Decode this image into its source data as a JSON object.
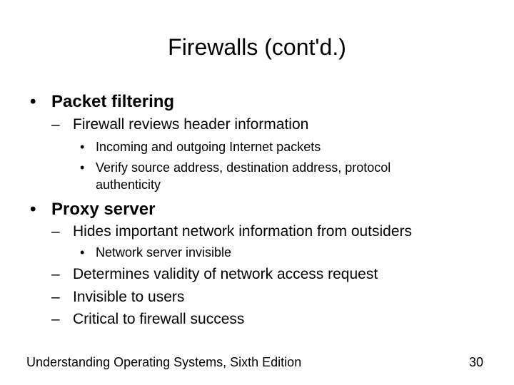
{
  "slide": {
    "title": "Firewalls (cont'd.)",
    "level1_bullet": "•",
    "level2_bullet": "–",
    "level3_bullet": "•",
    "sections": [
      {
        "heading": "Packet filtering",
        "sub": "Firewall reviews header information",
        "details": [
          "Incoming and outgoing Internet packets",
          "Verify source address, destination address, protocol",
          "authenticity"
        ]
      },
      {
        "heading": "Proxy server",
        "sub": "Hides important network information from outsiders",
        "details": [
          "Network server invisible"
        ],
        "more_subs": [
          "Determines validity of network access request",
          "Invisible to users",
          "Critical to firewall success"
        ]
      }
    ]
  },
  "footer": {
    "book": "Understanding Operating Systems, Sixth Edition",
    "page_number": "30"
  }
}
